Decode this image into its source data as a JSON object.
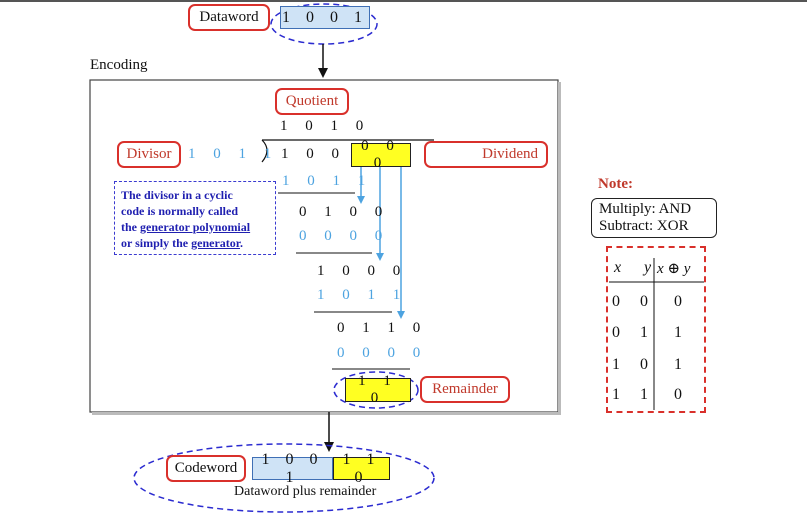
{
  "dataword": {
    "label": "Dataword",
    "bits": "1 0 0 1"
  },
  "encoding_label": "Encoding",
  "quotient": {
    "label": "Quotient",
    "bits": "1 0 1 0"
  },
  "divisor": {
    "label": "Divisor",
    "bits": "1 0 1 1"
  },
  "dividend": {
    "label": "Dividend",
    "data_bits": "1 0 0 1",
    "augmented_bits": "0 0 0"
  },
  "steps": [
    {
      "row": "1 0 1 1"
    },
    {
      "row": "0 1 0 0"
    },
    {
      "row": "0 0 0 0"
    },
    {
      "row": "1 0 0 0"
    },
    {
      "row": "1 0 1 1"
    },
    {
      "row": "0 1 1 0"
    },
    {
      "row": "0 0 0 0"
    }
  ],
  "remainder": {
    "label": "Remainder",
    "bits": "1 1 0"
  },
  "generator_note": {
    "line1": "The divisor in a cyclic",
    "line2": "code is normally called",
    "line3_pre": "the ",
    "line3_u": "generator polynomial",
    "line4_pre": "or simply the ",
    "line4_u": "generator",
    "line4_post": "."
  },
  "note": {
    "title": "Note:",
    "line1": "Multiply: AND",
    "line2": "Subtract: XOR"
  },
  "xor_table": {
    "headers": [
      "x",
      "y",
      "x ⊕ y"
    ],
    "rows": [
      [
        "0",
        "0",
        "0"
      ],
      [
        "0",
        "1",
        "1"
      ],
      [
        "1",
        "0",
        "1"
      ],
      [
        "1",
        "1",
        "0"
      ]
    ]
  },
  "codeword": {
    "label": "Codeword",
    "data_bits": "1 0 0 1",
    "remainder_bits": "1 1 0",
    "caption": "Dataword plus remainder"
  },
  "colors": {
    "red": "#d9302b",
    "blue_fill": "#cfe3f6",
    "yellow": "#ffff22",
    "dashed_blue": "#2b2bd0",
    "arrow_blue": "#4da3e0"
  }
}
